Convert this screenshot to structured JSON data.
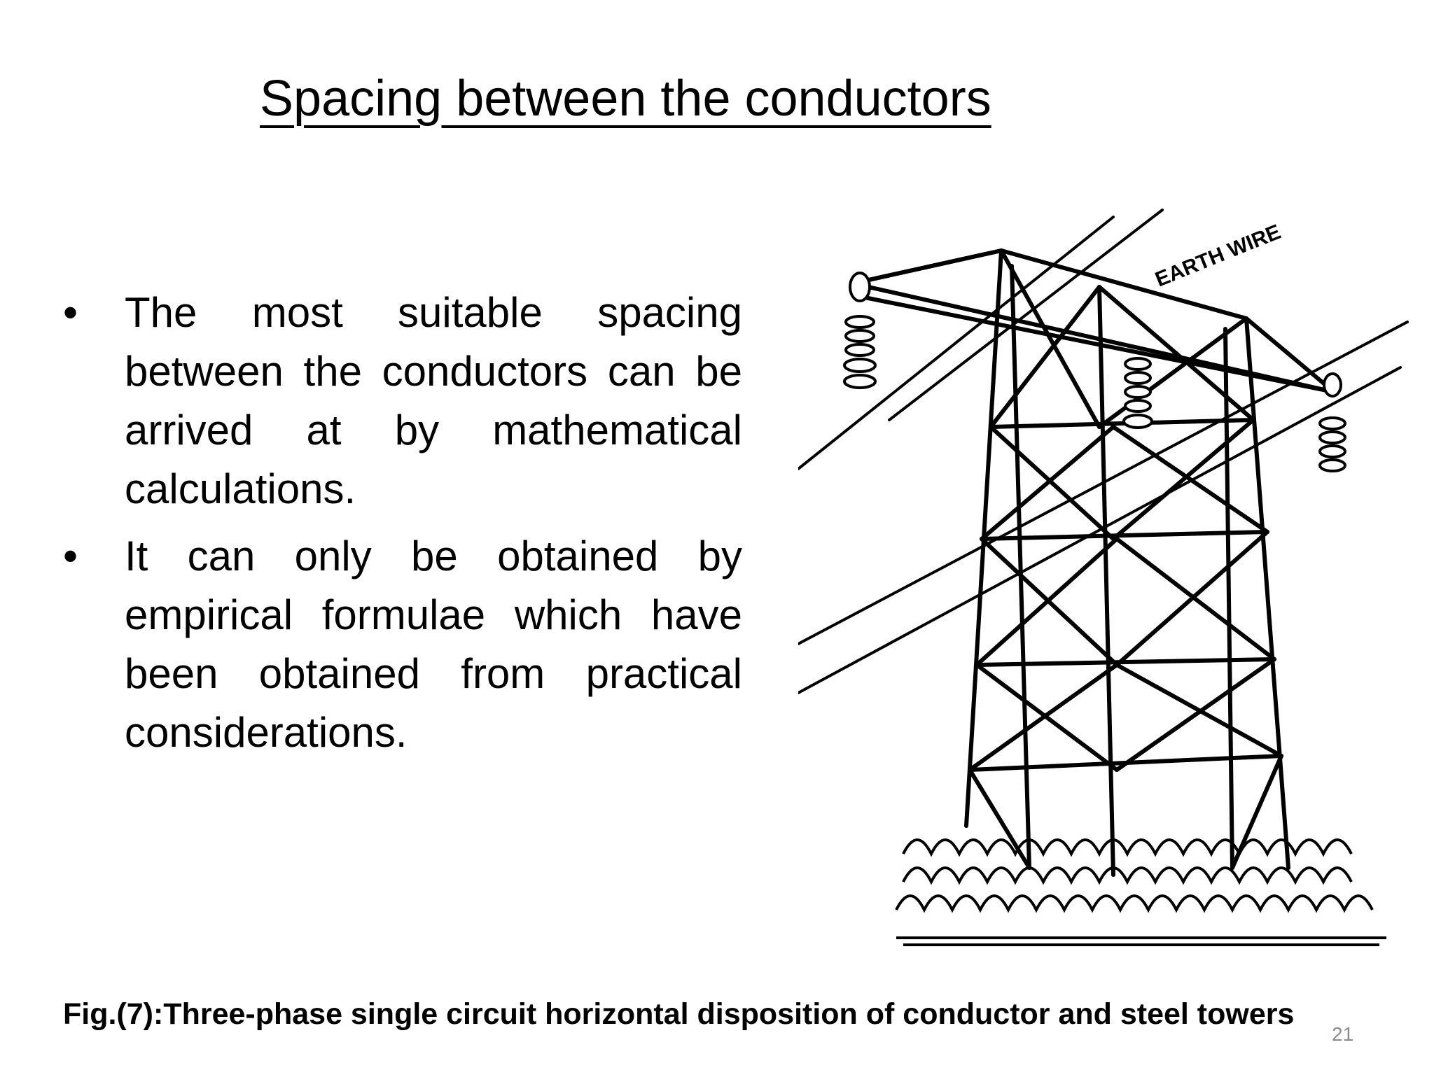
{
  "slide": {
    "title": "Spacing  between the conductors",
    "bullets": [
      {
        "text": "The most suitable spacing between the conductors can be arrived at by mathematical calculations."
      },
      {
        "text": "It can only be obtained by empirical formulae which have been obtained from practical considerations."
      }
    ],
    "bullet_symbol": "•",
    "figure": {
      "label": "EARTH WIRE",
      "description_icon": "transmission-tower-illustration"
    },
    "caption": "Fig.(7):Three-phase single circuit horizontal disposition of conductor and steel towers",
    "page_number": "21"
  },
  "colors": {
    "text": "#000000",
    "page_number": "#8c8c8c",
    "background": "#ffffff"
  }
}
